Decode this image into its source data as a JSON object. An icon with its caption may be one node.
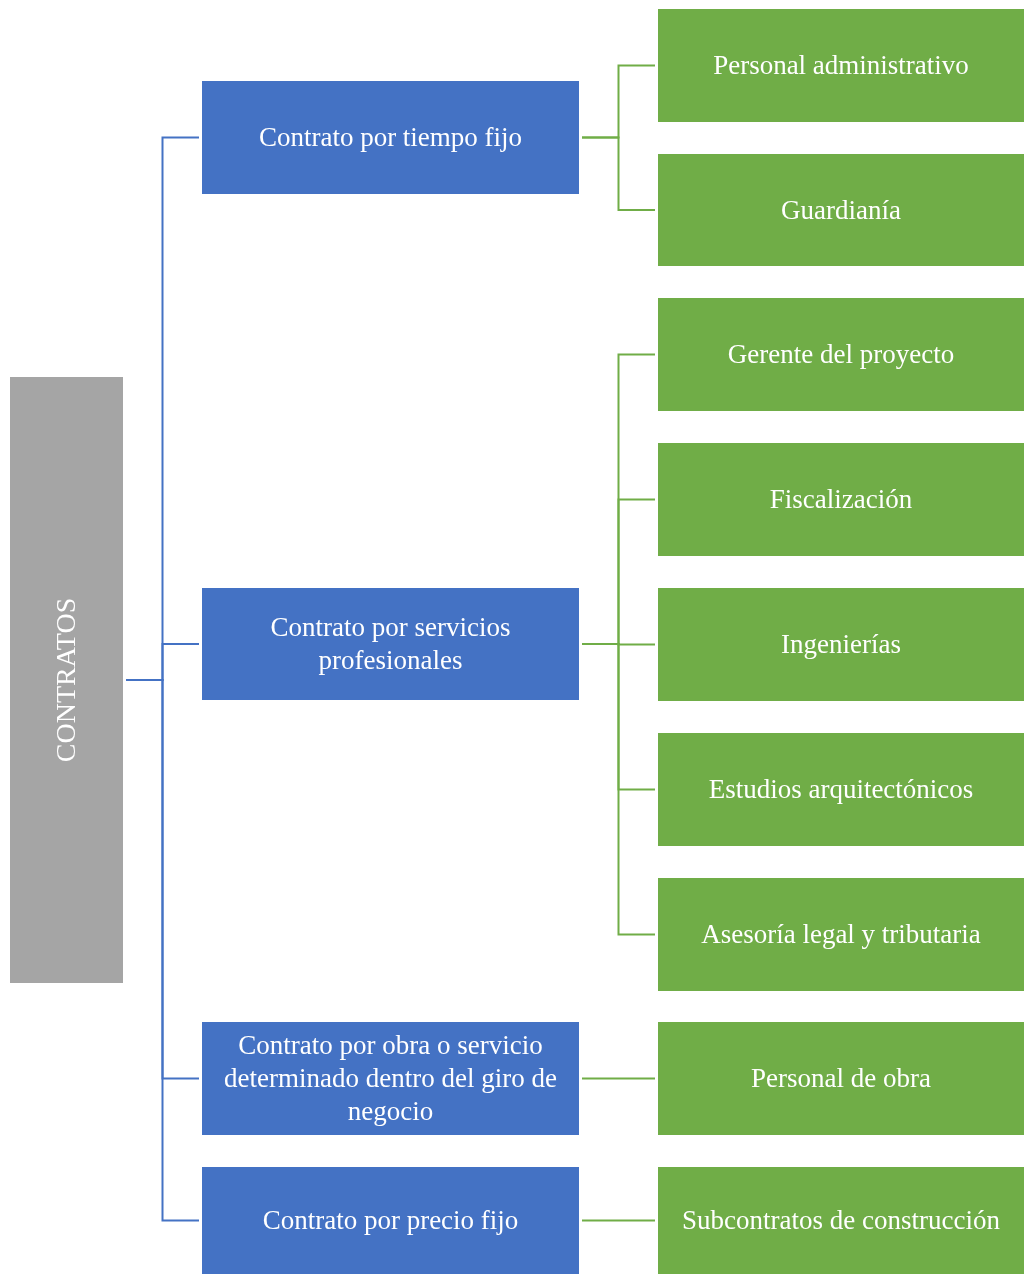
{
  "diagram": {
    "nodes": [
      {
        "text": [
          "CONTRATOS"
        ]
      },
      {
        "text": [
          "Contrato por tiempo fijo"
        ]
      },
      {
        "text": [
          "Personal administrativo"
        ]
      },
      {
        "text": [
          "Guardianía"
        ]
      },
      {
        "text": [
          "Contrato por servicios profesionales"
        ]
      },
      {
        "text": [
          "Gerente del proyecto"
        ]
      },
      {
        "text": [
          "Fiscalización"
        ]
      },
      {
        "text": [
          "Ingenierías"
        ]
      },
      {
        "text": [
          "Estudios arquitectónicos"
        ]
      },
      {
        "text": [
          "Asesoría legal y tributaria"
        ]
      },
      {
        "text": [
          "Contrato por obra o servicio determinado dentro del giro de negocio"
        ]
      },
      {
        "text": [
          "Personal de obra"
        ]
      },
      {
        "text": [
          "Contrato por precio fijo"
        ]
      },
      {
        "text": [
          "Subcontratos de construcción"
        ]
      }
    ],
    "edges": [
      {
        "from": 0,
        "to": 1,
        "arrow": "none",
        "color": "#4472c4"
      },
      {
        "from": 0,
        "to": 4,
        "arrow": "none",
        "color": "#4472c4"
      },
      {
        "from": 0,
        "to": 10,
        "arrow": "none",
        "color": "#4472c4"
      },
      {
        "from": 0,
        "to": 12,
        "arrow": "none",
        "color": "#4472c4"
      },
      {
        "from": 1,
        "to": 2,
        "arrow": "none"
      },
      {
        "from": 1,
        "to": 3,
        "arrow": "none"
      },
      {
        "from": 4,
        "to": 5,
        "arrow": "none"
      },
      {
        "from": 4,
        "to": 6,
        "arrow": "none"
      },
      {
        "from": 4,
        "to": 7,
        "arrow": "none"
      },
      {
        "from": 4,
        "to": 8,
        "arrow": "none"
      },
      {
        "from": 4,
        "to": 9,
        "arrow": "none"
      },
      {
        "from": 10,
        "to": 11,
        "arrow": "none"
      },
      {
        "from": 12,
        "to": 13,
        "arrow": "none"
      }
    ]
  }
}
